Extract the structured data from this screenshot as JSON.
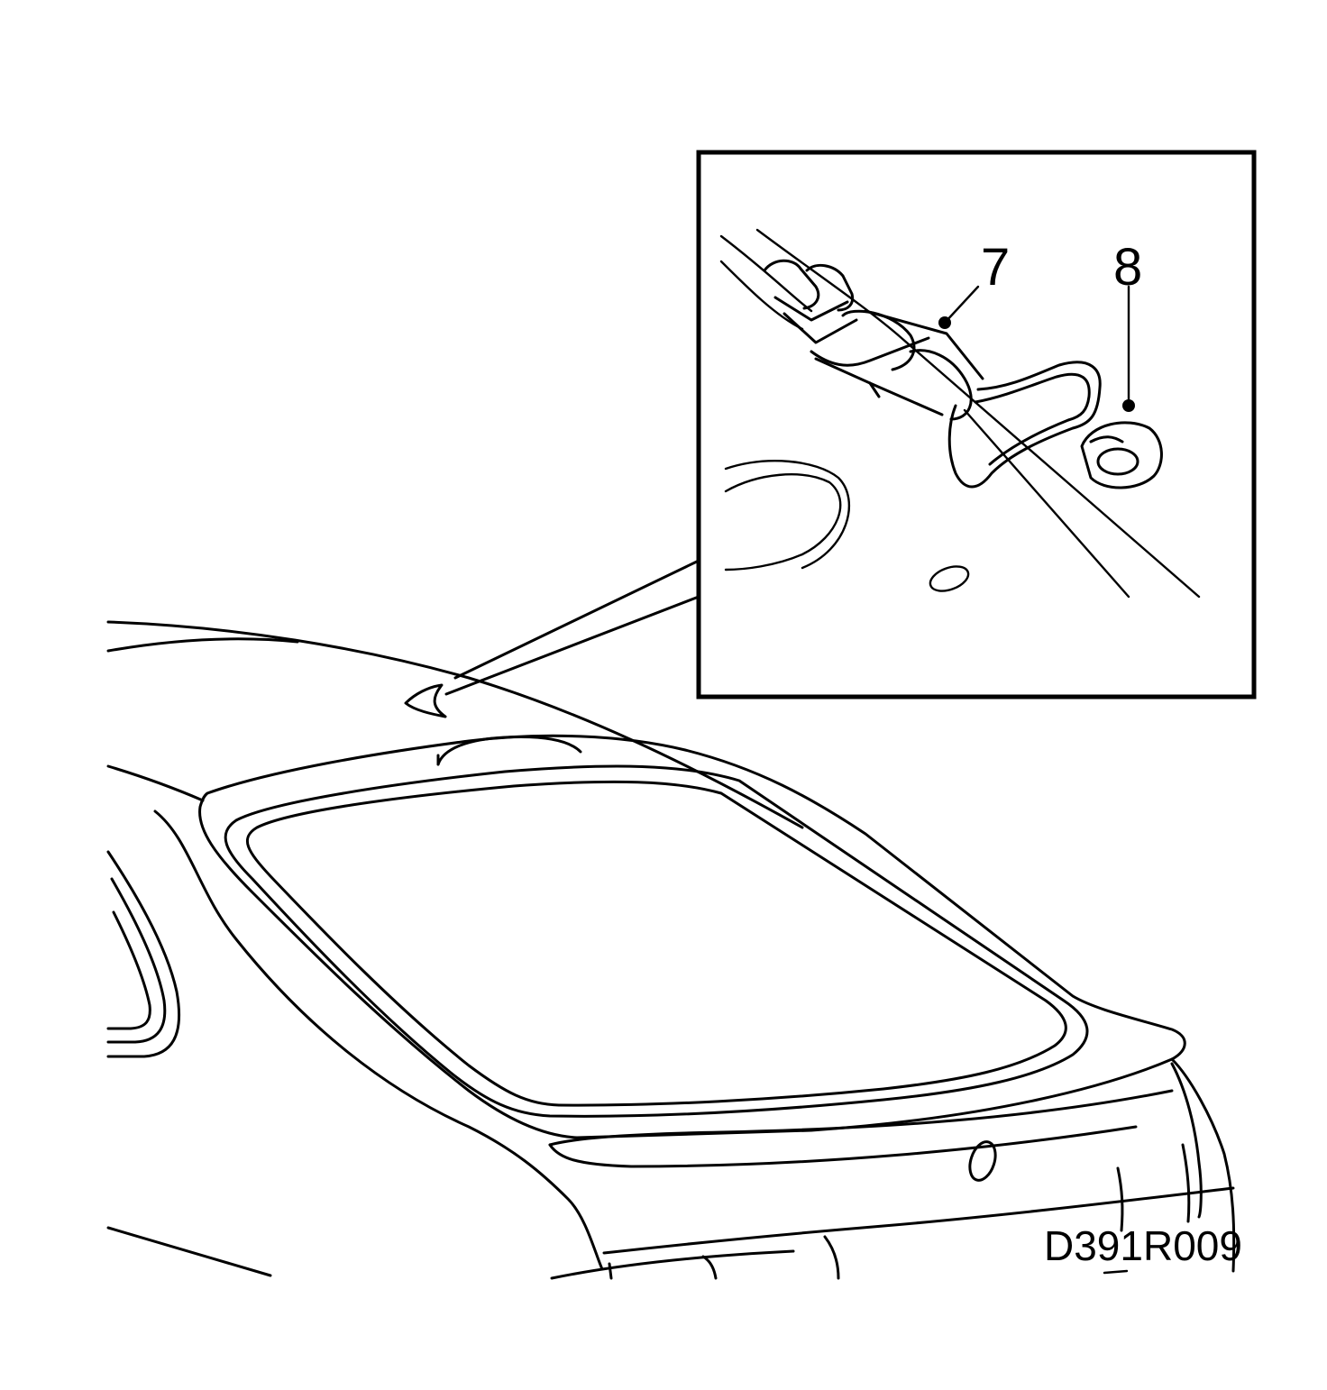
{
  "callouts": [
    {
      "id": "7",
      "label": "7"
    },
    {
      "id": "8",
      "label": "8"
    }
  ],
  "figure_code": "D391R009",
  "colors": {
    "line": "#000000",
    "background": "#ffffff"
  }
}
